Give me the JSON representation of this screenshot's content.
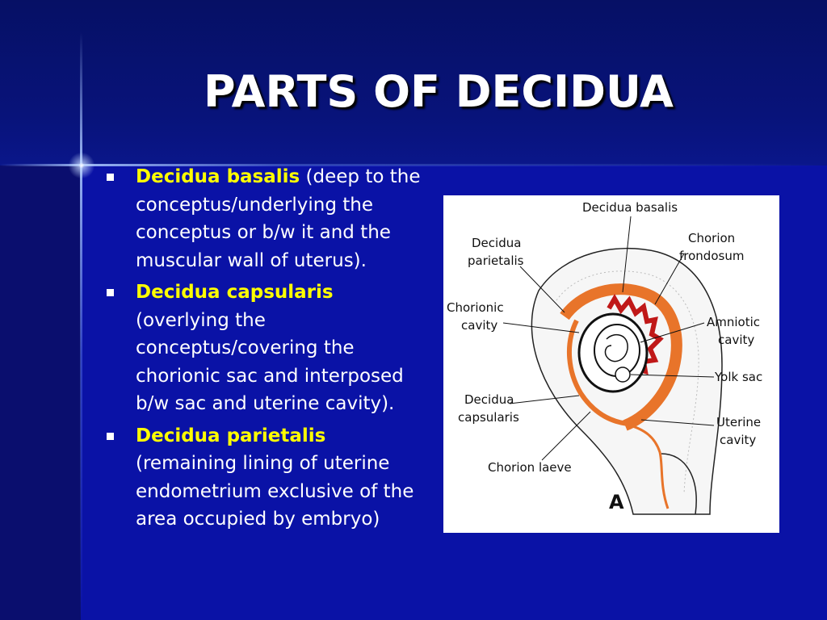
{
  "slide": {
    "title": "PARTS OF DECIDUA",
    "bullets": [
      {
        "term": "Decidua basalis",
        "text": " (deep  to the conceptus/underlying the conceptus or b/w it and the muscular wall of uterus)."
      },
      {
        "term": "Decidua capsularis",
        "text": " (overlying the conceptus/covering the chorionic sac and interposed b/w sac and uterine cavity)."
      },
      {
        "term": "Decidua parietalis",
        "text": " (remaining  lining of uterine endometrium exclusive of the area occupied by embryo)"
      }
    ]
  },
  "figure": {
    "labels": {
      "decidua_basalis": "Decidua basalis",
      "decidua_parietalis_1": "Decidua",
      "decidua_parietalis_2": "parietalis",
      "chorion_frondosum_1": "Chorion",
      "chorion_frondosum_2": "frondosum",
      "chorionic_cavity_1": "Chorionic",
      "chorionic_cavity_2": "cavity",
      "amniotic_cavity_1": "Amniotic",
      "amniotic_cavity_2": "cavity",
      "yolk_sac": "Yolk sac",
      "decidua_capsularis_1": "Decidua",
      "decidua_capsularis_2": "capsularis",
      "uterine_cavity_1": "Uterine",
      "uterine_cavity_2": "cavity",
      "chorion_laeve": "Chorion laeve",
      "panel_letter": "A"
    }
  },
  "colors": {
    "background": "#0a12a6",
    "title": "#ffffff",
    "term": "#ffff00",
    "decidua_orange": "#e8742a",
    "chorion_red": "#c01818"
  }
}
